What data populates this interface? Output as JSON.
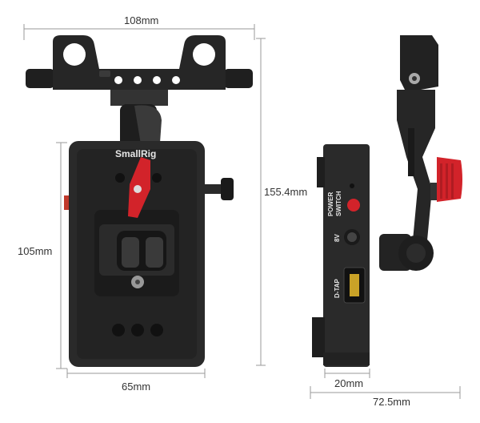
{
  "dimensions": {
    "top_width": "108mm",
    "total_height": "155.4mm",
    "plate_height": "105mm",
    "plate_width": "65mm",
    "side_depth": "20mm",
    "total_depth": "72.5mm"
  },
  "device_labels": {
    "power": "POWER",
    "switch": "SWITCH",
    "voltage": "8V",
    "dtap": "D-TAP",
    "logo": "SmallRig"
  },
  "colors": {
    "body": "#2a2a2a",
    "body_dark": "#1a1a1a",
    "accent_red": "#d2232a",
    "dimension_line": "#9a9a9a"
  }
}
